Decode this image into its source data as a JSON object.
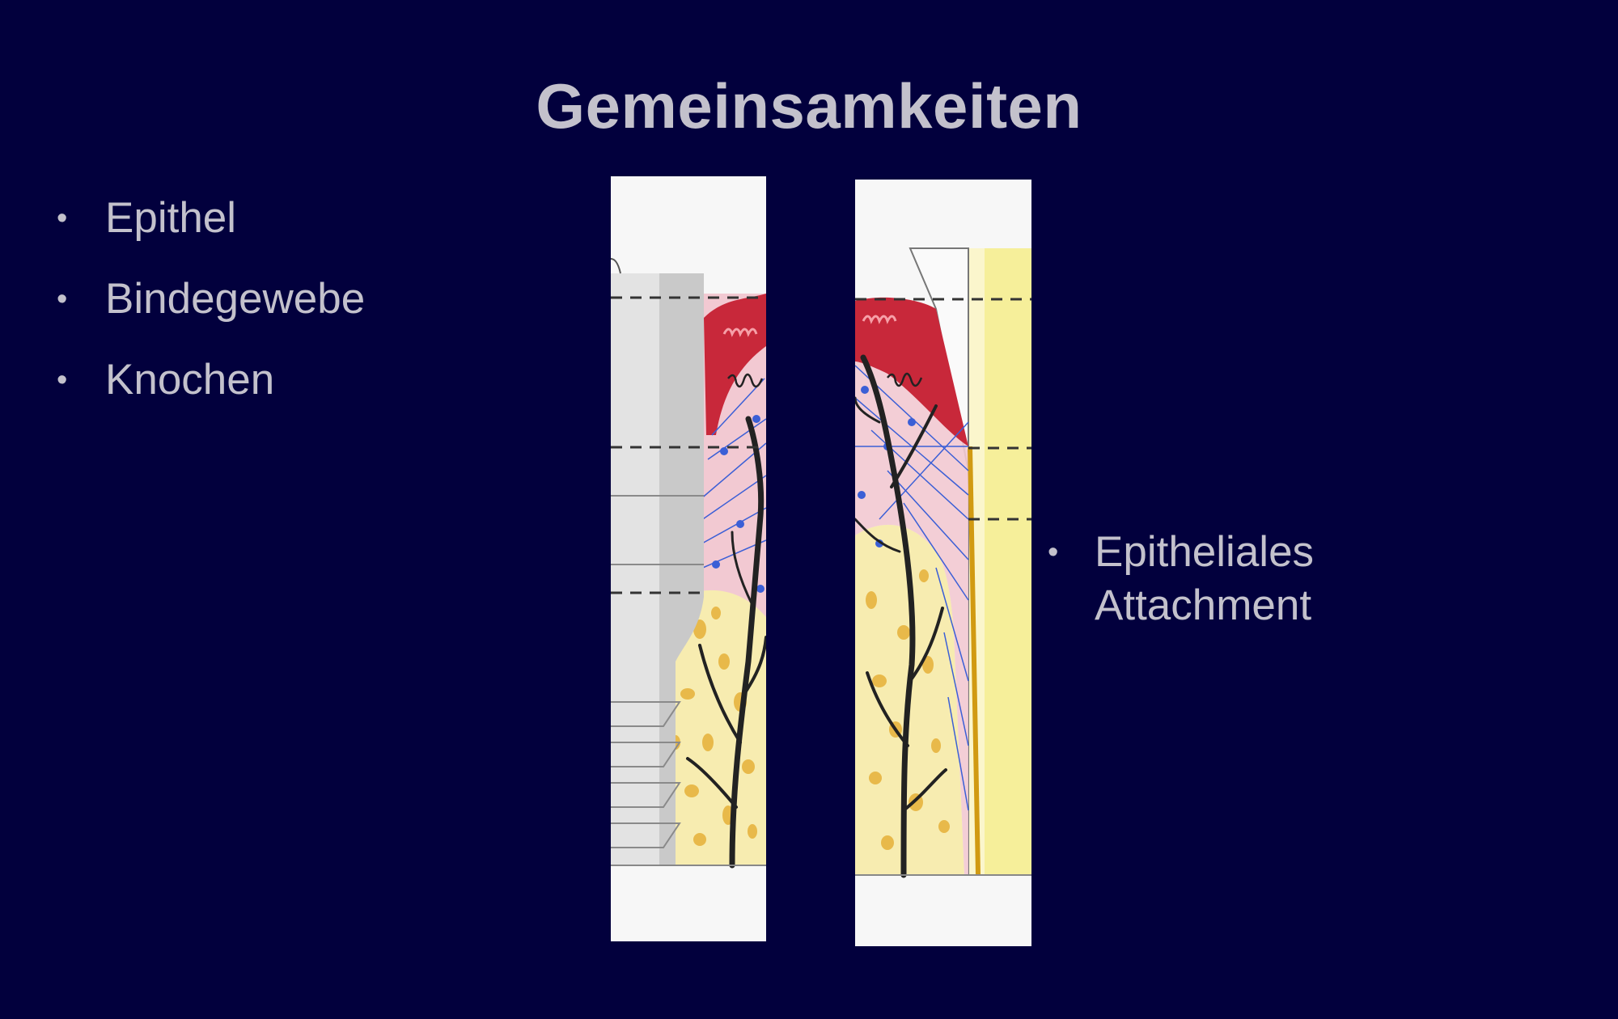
{
  "slide": {
    "title": "Gemeinsamkeiten",
    "bullets_left": [
      "Epithel",
      "Bindegewebe",
      "Knochen"
    ],
    "bullet_right": [
      "Epitheliales",
      "Attachment"
    ],
    "bullet_symbol": "•"
  },
  "colors": {
    "background": "#02003d",
    "text": "#c3c1cc",
    "panel_bg": "#f7f7f7",
    "epithelium": "#c8283a",
    "connective_tissue": "#f2c9d2",
    "bone": "#f7ecb0",
    "bone_spots": "#e8b94a",
    "fibers": "#3b5fd6",
    "vessels": "#222222",
    "implant": "#c9c9c9",
    "tooth": "#f6ef9a"
  },
  "figure": {
    "left_panel": "implant-diagram",
    "right_panel": "tooth-diagram"
  }
}
